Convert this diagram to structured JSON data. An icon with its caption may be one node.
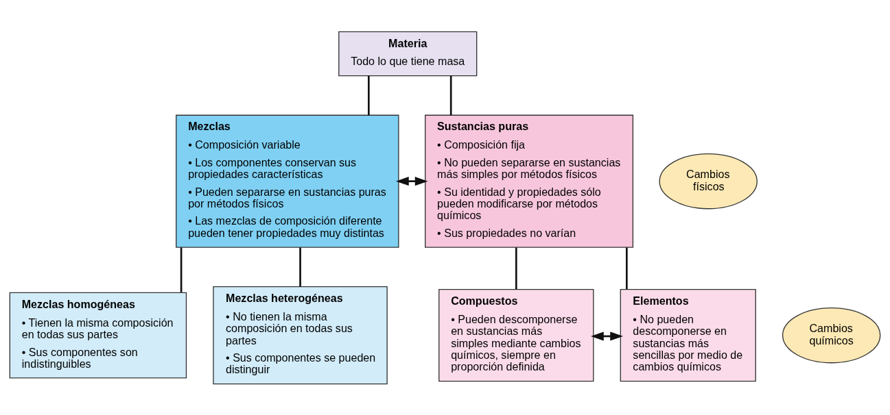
{
  "diagram": {
    "nodes": [
      {
        "text": [
          "Materia",
          "Todo lo que tiene masa"
        ]
      },
      {
        "text": [
          "Mezclas",
          "• Composición variable",
          "• Los componentes conservan sus propiedades características",
          "• Pueden separarse en sustancias puras por métodos físicos",
          "• Las mezclas de composición diferente pueden tener propiedades muy distintas"
        ]
      },
      {
        "text": [
          "Cambios físicos"
        ]
      },
      {
        "text": [
          "Sustancias puras",
          "• Composición fija",
          "• No pueden separarse en sustancias más simples por métodos físicos",
          "• Su identidad y propiedades sólo pueden modificarse por métodos químicos",
          "• Sus propiedades no varían"
        ]
      },
      {
        "text": [
          "Mezclas homogéneas",
          "• Tienen la misma composición en todas sus partes",
          "• Sus componentes son indistinguibles"
        ]
      },
      {
        "text": [
          "Mezclas heterogéneas",
          "• No tienen la misma composición en todas sus partes",
          "• Sus componentes se pueden distinguir"
        ]
      },
      {
        "text": [
          "Compuestos",
          "• Pueden descomponerse en sustancias más simples mediante cambios químicos, siempre en proporción definida"
        ]
      },
      {
        "text": [
          "Cambios químicos"
        ]
      },
      {
        "text": [
          "Elementos",
          "• No pueden descomponerse en sustancias más sencillas por medio de cambios químicos"
        ]
      }
    ],
    "edges": [
      {
        "from": 0,
        "to": 1,
        "arrow": "none"
      },
      {
        "from": 0,
        "to": 3,
        "arrow": "none"
      },
      {
        "from": 1,
        "to": 3,
        "arrow": "both"
      },
      {
        "from": 1,
        "to": 4,
        "arrow": "none"
      },
      {
        "from": 1,
        "to": 5,
        "arrow": "none"
      },
      {
        "from": 3,
        "to": 6,
        "arrow": "none"
      },
      {
        "from": 3,
        "to": 8,
        "arrow": "none"
      },
      {
        "from": 6,
        "to": 8,
        "arrow": "both"
      }
    ]
  }
}
